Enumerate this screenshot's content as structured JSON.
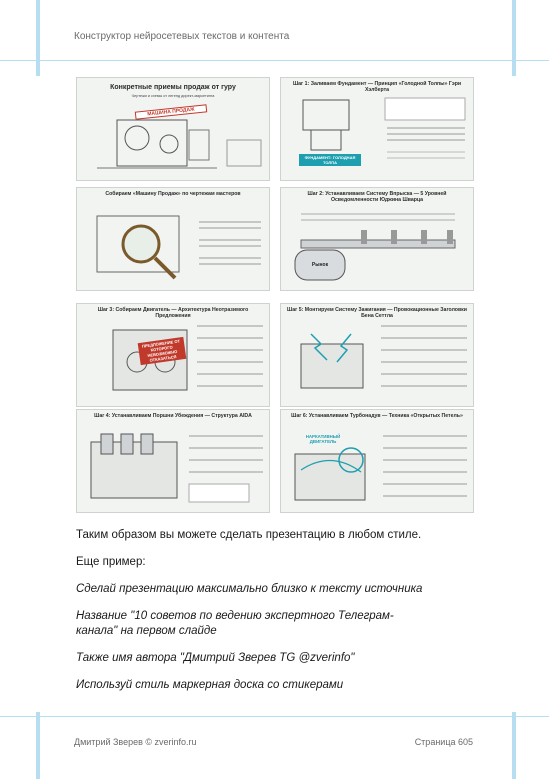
{
  "header": {
    "title": "Конструктор нейросетевых текстов и контента"
  },
  "slides": [
    {
      "title": "Конкретные приемы продаж от гуру",
      "subtitle": "Чертежи и схемы от легенд директ-маркетинга",
      "sticker": "МАШИНА ПРОДАЖ"
    },
    {
      "title": "Шаг 1: Заливаем Фундамент — Принцип «Голодной Толпы» Гэри Хэлберта",
      "subtitle": "",
      "sticker": "ФУНДАМЕНТ: ГОЛОДНАЯ ТОЛПА"
    },
    {
      "title": "Собираем «Машину Продаж» по чертежам мастеров",
      "subtitle": ""
    },
    {
      "title": "Шаг 2: Устанавливаем Систему Впрыска — 5 Уровней Осведомленности Юджина Шварца",
      "subtitle": "",
      "sticker": "Рынок"
    },
    {
      "title": "Шаг 3: Собираем Двигатель — Архитектура Неотразимого Предложения",
      "subtitle": "",
      "sticker": "ПРЕДЛОЖЕНИЕ ОТ КОТОРОГО НЕВОЗМОЖНО ОТКАЗАТЬСЯ"
    },
    {
      "title": "Шаг 5: Монтируем Систему Зажигания — Провокационные Заголовки Бена Сеттла",
      "subtitle": ""
    },
    {
      "title": "Шаг 4: Устанавливаем Поршни Убеждения — Структура AIDA",
      "subtitle": ""
    },
    {
      "title": "Шаг 6: Устанавливаем Турбонадув — Техника «Открытых Петель»",
      "subtitle": "",
      "sticker": "НАРКАТИВНЫЙ ДВИГАТЕЛЬ"
    }
  ],
  "body": {
    "line1": "Таким образом вы можете сделать презентацию в любом стиле.",
    "line2": "Еще пример:",
    "line3": "Сделай презентацию максимально близко к тексту источника",
    "line4a": "Название \"10 советов по ведению экспертного Телеграм-",
    "line4b": "канала\" на первом слайде",
    "line5": "Также имя автора \"Дмитрий Зверев TG @zverinfo\"",
    "line6": "Используй стиль маркерная доска со стикерами"
  },
  "footer": {
    "author": "Дмитрий Зверев © zverinfo.ru",
    "page": "Страница 605"
  },
  "colors": {
    "accent": "#b7ddf0",
    "sticker_red": "#c0392b",
    "sticker_teal": "#1e9fb0"
  }
}
